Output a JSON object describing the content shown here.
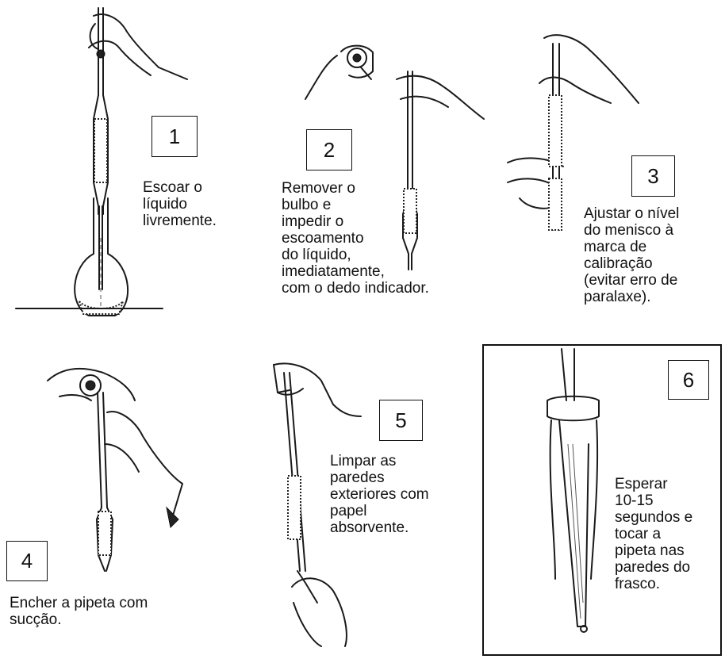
{
  "steps": [
    {
      "number": "1",
      "caption": "Escoar o\nlíquido\nlivremente."
    },
    {
      "number": "2",
      "caption": "Remover o\nbulbo e\nimpedir o\nescoamento\ndo líquido,\nimediatamente,\ncom o dedo indicador."
    },
    {
      "number": "3",
      "caption": "Ajustar o nível\ndo menisco à\nmarca de\ncalibração\n(evitar erro de\nparalaxe)."
    },
    {
      "number": "4",
      "caption": "Encher a pipeta com\nsucção."
    },
    {
      "number": "5",
      "caption": "Limpar as\nparedes\nexteriores com\npapel\nabsorvente."
    },
    {
      "number": "6",
      "caption": "Esperar\n10-15\nsegundos e\ntocar a\npipeta nas\nparedes do\nfrasco."
    }
  ]
}
